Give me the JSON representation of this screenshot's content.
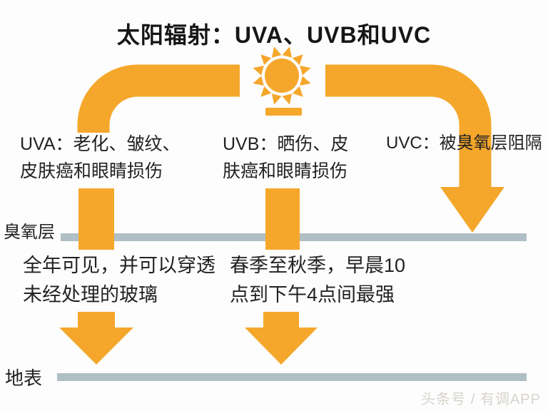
{
  "title": "太阳辐射：UVA、UVB和UVC",
  "colors": {
    "arrow_orange": "#F5A72B",
    "layer_gray": "#B0BEC5",
    "text_dark": "#222222",
    "watermark_gray": "#D7D3CC"
  },
  "icons": {
    "sun": "sun-icon"
  },
  "uva": {
    "effects_line1": "UVA：老化、皱纹、",
    "effects_line2": "皮肤癌和眼睛损伤",
    "timing_line1": "全年可见，并可以穿透",
    "timing_line2": "未经处理的玻璃"
  },
  "uvb": {
    "effects_line1": "UVB：晒伤、皮",
    "effects_line2": "肤癌和眼睛损伤",
    "timing_line1": "春季至秋季，早晨10",
    "timing_line2": "点到下午4点间最强"
  },
  "uvc": {
    "blocked_text": "UVC：被臭氧层阻隔"
  },
  "layers": {
    "ozone_label": "臭氧层",
    "ground_label": "地表"
  },
  "watermark": "头条号 / 有调APP"
}
